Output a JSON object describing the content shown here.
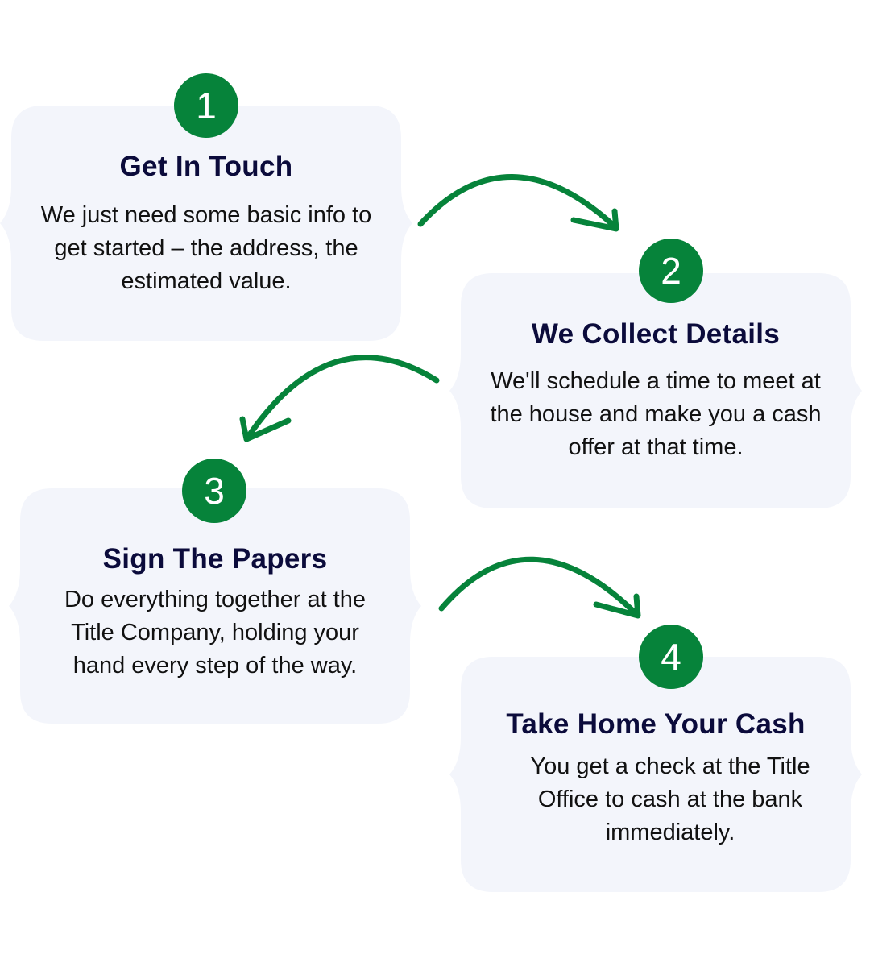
{
  "colors": {
    "accent": "#06833a",
    "card": "#f3f5fb",
    "title": "#0b0b3b"
  },
  "steps": [
    {
      "number": "1",
      "title": "Get In Touch",
      "body": "We just need some basic info to get started – the address, the estimated value."
    },
    {
      "number": "2",
      "title": "We Collect Details",
      "body": "We'll schedule a time to meet at the house and make you a cash offer at that time."
    },
    {
      "number": "3",
      "title": "Sign The Papers",
      "body": "Do everything together at the Title Company, holding your hand every step of the way."
    },
    {
      "number": "4",
      "title": "Take Home Your Cash",
      "body": "You get a check at the Title Office to cash at the bank immediately."
    }
  ]
}
